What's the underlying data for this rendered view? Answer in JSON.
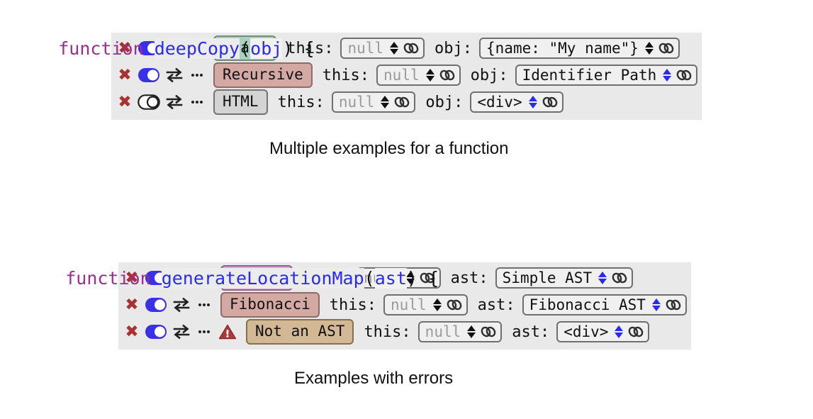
{
  "colors": {
    "panel_bg": "#e9e9e9",
    "function_keyword": "#9b2d8e",
    "function_name": "#2b2bf0",
    "close_icon": "#a83232",
    "toggle_on": "#3a30e8",
    "warning": "#a83232",
    "badge_green": "#a8d2bd",
    "badge_salmon": "#d4a9a4",
    "badge_gray": "#d4d4d4",
    "badge_purple": "#d9a9d9",
    "badge_tan": "#d3b896",
    "spinner_blue": "#2b2bf0",
    "null_text": "#9a9a9a"
  },
  "blocks": [
    {
      "signature": {
        "keyword": "function ",
        "name": "deepCopy",
        "open_paren": "(",
        "param": "obj",
        "close_paren": ") ",
        "brace": "{"
      },
      "caption": "Multiple examples for a function",
      "rows": [
        {
          "close_icon": "close-icon",
          "toggle_state": "on",
          "swap_icon": "swap-arrows-icon",
          "more_icon": "more-dots-icon",
          "warning": false,
          "badge": {
            "label": "Plain",
            "style": "green"
          },
          "fields": [
            {
              "label": "this:",
              "value": "null",
              "is_null": true,
              "spinner": "black",
              "chain": true
            },
            {
              "label": "obj:",
              "value": "{name: \"My name\"}",
              "is_null": false,
              "spinner": "black",
              "chain": true
            }
          ]
        },
        {
          "close_icon": "close-icon",
          "toggle_state": "on",
          "swap_icon": "swap-arrows-icon",
          "more_icon": "more-dots-icon",
          "warning": false,
          "badge": {
            "label": "Recursive",
            "style": "salmon"
          },
          "fields": [
            {
              "label": "this:",
              "value": "null",
              "is_null": true,
              "spinner": "black",
              "chain": true
            },
            {
              "label": "obj:",
              "value": "Identifier Path",
              "is_null": false,
              "spinner": "blue",
              "chain": true
            }
          ]
        },
        {
          "close_icon": "close-icon",
          "toggle_state": "off",
          "swap_icon": "swap-arrows-icon",
          "more_icon": "more-dots-icon",
          "warning": false,
          "badge": {
            "label": "HTML",
            "style": "gray"
          },
          "fields": [
            {
              "label": "this:",
              "value": "null",
              "is_null": true,
              "spinner": "black",
              "chain": true
            },
            {
              "label": "obj:",
              "value": "<div>",
              "is_null": false,
              "spinner": "blue",
              "chain": true
            }
          ]
        }
      ]
    },
    {
      "signature": {
        "keyword": "function ",
        "name": "generateLocationMap",
        "open_paren": "(",
        "param": "ast",
        "close_paren": ") ",
        "brace": "{"
      },
      "caption": "Examples with errors",
      "rows": [
        {
          "close_icon": "close-icon",
          "toggle_state": "on",
          "swap_icon": "swap-arrows-icon",
          "more_icon": "more-dots-icon",
          "warning": false,
          "badge": {
            "label": "Simple",
            "style": "purple"
          },
          "fields": [
            {
              "label": "this:",
              "value": "null",
              "is_null": true,
              "spinner": "black",
              "chain": true
            },
            {
              "label": "ast:",
              "value": "Simple AST",
              "is_null": false,
              "spinner": "blue",
              "chain": true
            }
          ]
        },
        {
          "close_icon": "close-icon",
          "toggle_state": "on",
          "swap_icon": "swap-arrows-icon",
          "more_icon": "more-dots-icon",
          "warning": false,
          "badge": {
            "label": "Fibonacci",
            "style": "salmon"
          },
          "fields": [
            {
              "label": "this:",
              "value": "null",
              "is_null": true,
              "spinner": "black",
              "chain": true
            },
            {
              "label": "ast:",
              "value": "Fibonacci AST",
              "is_null": false,
              "spinner": "blue",
              "chain": true
            }
          ]
        },
        {
          "close_icon": "close-icon",
          "toggle_state": "on",
          "swap_icon": "swap-arrows-icon",
          "more_icon": "more-dots-icon",
          "warning": true,
          "warning_icon": "warning-triangle-icon",
          "badge": {
            "label": "Not an AST",
            "style": "tan"
          },
          "fields": [
            {
              "label": "this:",
              "value": "null",
              "is_null": true,
              "spinner": "black",
              "chain": true
            },
            {
              "label": "ast:",
              "value": "<div>",
              "is_null": false,
              "spinner": "blue",
              "chain": true
            }
          ]
        }
      ]
    }
  ]
}
